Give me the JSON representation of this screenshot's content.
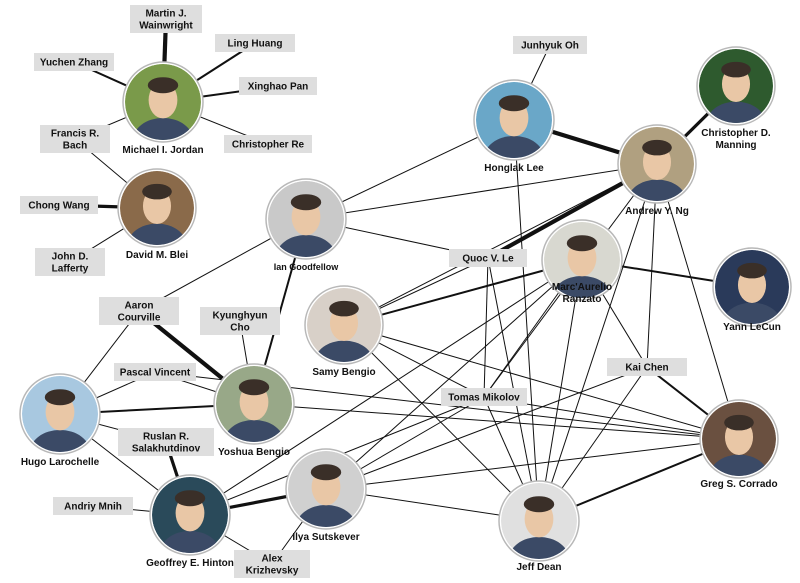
{
  "people": [
    {
      "id": "jordan",
      "label": [
        "Michael I. Jordan"
      ],
      "type": "photo",
      "bg": "#7a9a4a"
    },
    {
      "id": "blei",
      "label": [
        "David M. Blei"
      ],
      "type": "photo",
      "bg": "#8a6a4a"
    },
    {
      "id": "goodfellow",
      "label": [
        "Ian Goodfellow"
      ],
      "type": "photo",
      "bg": "#c9c9c9"
    },
    {
      "id": "honglak",
      "label": [
        "Honglak Lee"
      ],
      "type": "photo",
      "bg": "#6aa7c8"
    },
    {
      "id": "manning",
      "label": [
        "Christopher D.",
        "Manning"
      ],
      "type": "photo",
      "bg": "#2e5a2e"
    },
    {
      "id": "ng",
      "label": [
        "Andrew Y. Ng"
      ],
      "type": "photo",
      "bg": "#b0a080"
    },
    {
      "id": "ranzato",
      "label": [
        "Marc'Aurelio",
        "Ranzato"
      ],
      "type": "photo",
      "bg": "#d8d8d0"
    },
    {
      "id": "lecun",
      "label": [
        "Yann LeCun"
      ],
      "type": "photo",
      "bg": "#2a3a5a"
    },
    {
      "id": "samy",
      "label": [
        "Samy Bengio"
      ],
      "type": "photo",
      "bg": "#d8d0c8"
    },
    {
      "id": "yoshua",
      "label": [
        "Yoshua Bengio"
      ],
      "type": "photo",
      "bg": "#98a888"
    },
    {
      "id": "hugo",
      "label": [
        "Hugo Larochelle"
      ],
      "type": "photo",
      "bg": "#a8c8e0"
    },
    {
      "id": "hinton",
      "label": [
        "Geoffrey E. Hinton"
      ],
      "type": "photo",
      "bg": "#2a4a5a"
    },
    {
      "id": "ilya",
      "label": [
        "Ilya Sutskever"
      ],
      "type": "photo",
      "bg": "#d0d0d0"
    },
    {
      "id": "dean",
      "label": [
        "Jeff Dean"
      ],
      "type": "photo",
      "bg": "#e0e0e0"
    },
    {
      "id": "corrado",
      "label": [
        "Greg S. Corrado"
      ],
      "type": "photo",
      "bg": "#6a5040"
    },
    {
      "id": "wainwright",
      "label": [
        "Martin J.",
        "Wainwright"
      ],
      "type": "box"
    },
    {
      "id": "linghuang",
      "label": [
        "Ling Huang"
      ],
      "type": "box"
    },
    {
      "id": "yuchen",
      "label": [
        "Yuchen Zhang"
      ],
      "type": "box"
    },
    {
      "id": "xinghao",
      "label": [
        "Xinghao Pan"
      ],
      "type": "box"
    },
    {
      "id": "chrisre",
      "label": [
        "Christopher Re"
      ],
      "type": "box"
    },
    {
      "id": "bach",
      "label": [
        "Francis R.",
        "Bach"
      ],
      "type": "box"
    },
    {
      "id": "chongwang",
      "label": [
        "Chong Wang"
      ],
      "type": "box"
    },
    {
      "id": "lafferty",
      "label": [
        "John D.",
        "Lafferty"
      ],
      "type": "box"
    },
    {
      "id": "junhyuk",
      "label": [
        "Junhyuk Oh"
      ],
      "type": "box"
    },
    {
      "id": "quoc",
      "label": [
        "Quoc V. Le"
      ],
      "type": "box"
    },
    {
      "id": "courville",
      "label": [
        "Aaron",
        "Courville"
      ],
      "type": "box"
    },
    {
      "id": "cho",
      "label": [
        "Kyunghyun",
        "Cho"
      ],
      "type": "box"
    },
    {
      "id": "pascal",
      "label": [
        "Pascal Vincent"
      ],
      "type": "box"
    },
    {
      "id": "kaichen",
      "label": [
        "Kai Chen"
      ],
      "type": "box"
    },
    {
      "id": "mikolov",
      "label": [
        "Tomas Mikolov"
      ],
      "type": "box"
    },
    {
      "id": "salakhutdinov",
      "label": [
        "Ruslan R.",
        "Salakhutdinov"
      ],
      "type": "box"
    },
    {
      "id": "mnih",
      "label": [
        "Andriy Mnih"
      ],
      "type": "box"
    },
    {
      "id": "krizhevsky",
      "label": [
        "Alex",
        "Krizhevsky"
      ],
      "type": "box"
    }
  ],
  "edges": [
    [
      "jordan",
      "wainwright",
      4
    ],
    [
      "jordan",
      "linghuang",
      2
    ],
    [
      "jordan",
      "yuchen",
      2
    ],
    [
      "jordan",
      "xinghao",
      2
    ],
    [
      "jordan",
      "chrisre",
      1
    ],
    [
      "jordan",
      "bach",
      1
    ],
    [
      "blei",
      "bach",
      1
    ],
    [
      "blei",
      "chongwang",
      3
    ],
    [
      "blei",
      "lafferty",
      1
    ],
    [
      "honglak",
      "junhyuk",
      1
    ],
    [
      "honglak",
      "ng",
      4
    ],
    [
      "honglak",
      "goodfellow",
      1
    ],
    [
      "honglak",
      "dean",
      1
    ],
    [
      "manning",
      "ng",
      3
    ],
    [
      "ng",
      "quoc",
      4
    ],
    [
      "ng",
      "goodfellow",
      1
    ],
    [
      "ng",
      "samy",
      1
    ],
    [
      "ng",
      "dean",
      1
    ],
    [
      "ng",
      "kaichen",
      1
    ],
    [
      "ng",
      "corrado",
      1
    ],
    [
      "ng",
      "mikolov",
      1
    ],
    [
      "ranzato",
      "samy",
      2
    ],
    [
      "ranzato",
      "lecun",
      2
    ],
    [
      "ranzato",
      "kaichen",
      1
    ],
    [
      "ranzato",
      "hinton",
      1
    ],
    [
      "ranzato",
      "ilya",
      1
    ],
    [
      "ranzato",
      "dean",
      1
    ],
    [
      "ranzato",
      "mikolov",
      1
    ],
    [
      "goodfellow",
      "quoc",
      1
    ],
    [
      "goodfellow",
      "courville",
      1
    ],
    [
      "goodfellow",
      "yoshua",
      2
    ],
    [
      "quoc",
      "samy",
      1
    ],
    [
      "quoc",
      "dean",
      1
    ],
    [
      "quoc",
      "mikolov",
      1
    ],
    [
      "samy",
      "corrado",
      1
    ],
    [
      "samy",
      "dean",
      1
    ],
    [
      "samy",
      "mikolov",
      1
    ],
    [
      "yoshua",
      "courville",
      4
    ],
    [
      "yoshua",
      "cho",
      1
    ],
    [
      "yoshua",
      "pascal",
      1
    ],
    [
      "yoshua",
      "hugo",
      2
    ],
    [
      "yoshua",
      "corrado",
      1
    ],
    [
      "hugo",
      "courville",
      1
    ],
    [
      "hugo",
      "pascal",
      1
    ],
    [
      "hugo",
      "salakhutdinov",
      1
    ],
    [
      "hugo",
      "hinton",
      1
    ],
    [
      "hinton",
      "salakhutdinov",
      3
    ],
    [
      "hinton",
      "mnih",
      1
    ],
    [
      "hinton",
      "ilya",
      3
    ],
    [
      "hinton",
      "krizhevsky",
      1
    ],
    [
      "hinton",
      "mikolov",
      1
    ],
    [
      "ilya",
      "krizhevsky",
      1
    ],
    [
      "ilya",
      "dean",
      1
    ],
    [
      "ilya",
      "kaichen",
      1
    ],
    [
      "ilya",
      "corrado",
      1
    ],
    [
      "ilya",
      "mikolov",
      1
    ],
    [
      "dean",
      "corrado",
      2
    ],
    [
      "dean",
      "kaichen",
      1
    ],
    [
      "dean",
      "mikolov",
      1
    ],
    [
      "kaichen",
      "corrado",
      2
    ],
    [
      "mikolov",
      "corrado",
      1
    ],
    [
      "pascal",
      "corrado",
      1
    ]
  ]
}
